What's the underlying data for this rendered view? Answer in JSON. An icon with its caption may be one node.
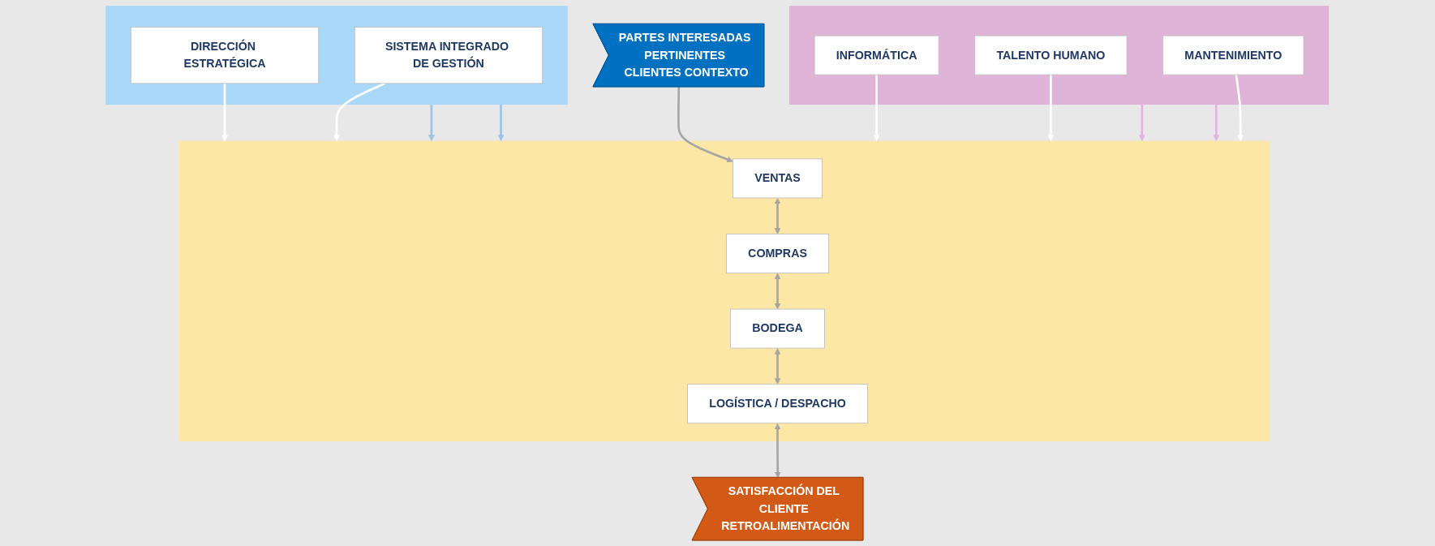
{
  "diagram": {
    "nodes": [
      {
        "text": [
          "PARTES INTERESADAS PERTINENTES CLIENTES CONTEXTO"
        ]
      },
      {
        "text": [],
        "shape": "band"
      },
      {
        "text": [
          "DIRECCIÓN ESTRATÉGICA"
        ],
        "in": 1
      },
      {
        "text": [
          "SISTEMA INTEGRADO DE GESTIÓN"
        ],
        "in": 1
      },
      {
        "text": [],
        "shape": "band"
      },
      {
        "text": [
          "VENTAS"
        ],
        "in": 4
      },
      {
        "text": [
          "COMPRAS"
        ],
        "in": 4
      },
      {
        "text": [
          "BODEGA"
        ],
        "in": 4
      },
      {
        "text": [
          "LOGÍSTICA / DESPACHO"
        ],
        "in": 4
      },
      {
        "text": [],
        "shape": "band"
      },
      {
        "text": [
          "INFORMÁTICA"
        ],
        "in": 9
      },
      {
        "text": [
          "TALENTO HUMANO"
        ],
        "in": 9
      },
      {
        "text": [
          "MANTENIMIENTO"
        ],
        "in": 9
      },
      {
        "text": [
          "SATISFACCIÓN DEL CLIENTE RETROALIMENTACIÓN"
        ]
      }
    ],
    "edges": [
      {
        "from": 2,
        "to": 4,
        "arrow": "to",
        "color": "#ffffff"
      },
      {
        "from": 3,
        "to": 4,
        "arrow": "to",
        "color": "#ffffff"
      },
      {
        "from": 1,
        "to": 4,
        "arrow": "to",
        "color": "#9dc3e6"
      },
      {
        "from": 1,
        "to": 4,
        "arrow": "to",
        "color": "#9dc3e6"
      },
      {
        "from": 0,
        "to": 5,
        "arrow": "to"
      },
      {
        "from": 5,
        "to": 6,
        "arrow": "both"
      },
      {
        "from": 6,
        "to": 7,
        "arrow": "both"
      },
      {
        "from": 7,
        "to": 8,
        "arrow": "both"
      },
      {
        "from": 8,
        "to": 13,
        "arrow": "both"
      },
      {
        "from": 9,
        "to": 4,
        "arrow": "to",
        "color": "#e3b4e3"
      },
      {
        "from": 9,
        "to": 4,
        "arrow": "to",
        "color": "#e3b4e3"
      },
      {
        "from": 10,
        "to": 4,
        "arrow": "to",
        "color": "#ffffff"
      },
      {
        "from": 11,
        "to": 4,
        "arrow": "to",
        "color": "#ffffff"
      },
      {
        "from": 12,
        "to": 4,
        "arrow": "to",
        "color": "#ffffff"
      }
    ]
  }
}
